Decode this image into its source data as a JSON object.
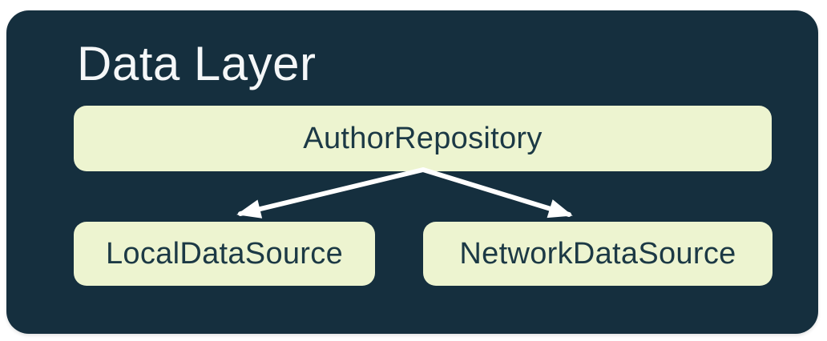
{
  "diagram": {
    "title": "Data Layer",
    "nodes": [
      {
        "id": "author-repository",
        "label": "AuthorRepository"
      },
      {
        "id": "local-data-source",
        "label": "LocalDataSource"
      },
      {
        "id": "network-data-source",
        "label": "NetworkDataSource"
      }
    ],
    "edges": [
      {
        "from": "AuthorRepository",
        "to": "LocalDataSource"
      },
      {
        "from": "AuthorRepository",
        "to": "NetworkDataSource"
      }
    ]
  },
  "colors": {
    "page_background": "#FFFFFF",
    "container_background": "#152F3E",
    "node_background": "#EDF4D0",
    "node_text": "#1C3945",
    "title_text": "#F5F7F8",
    "arrow": "#FFFFFF"
  }
}
